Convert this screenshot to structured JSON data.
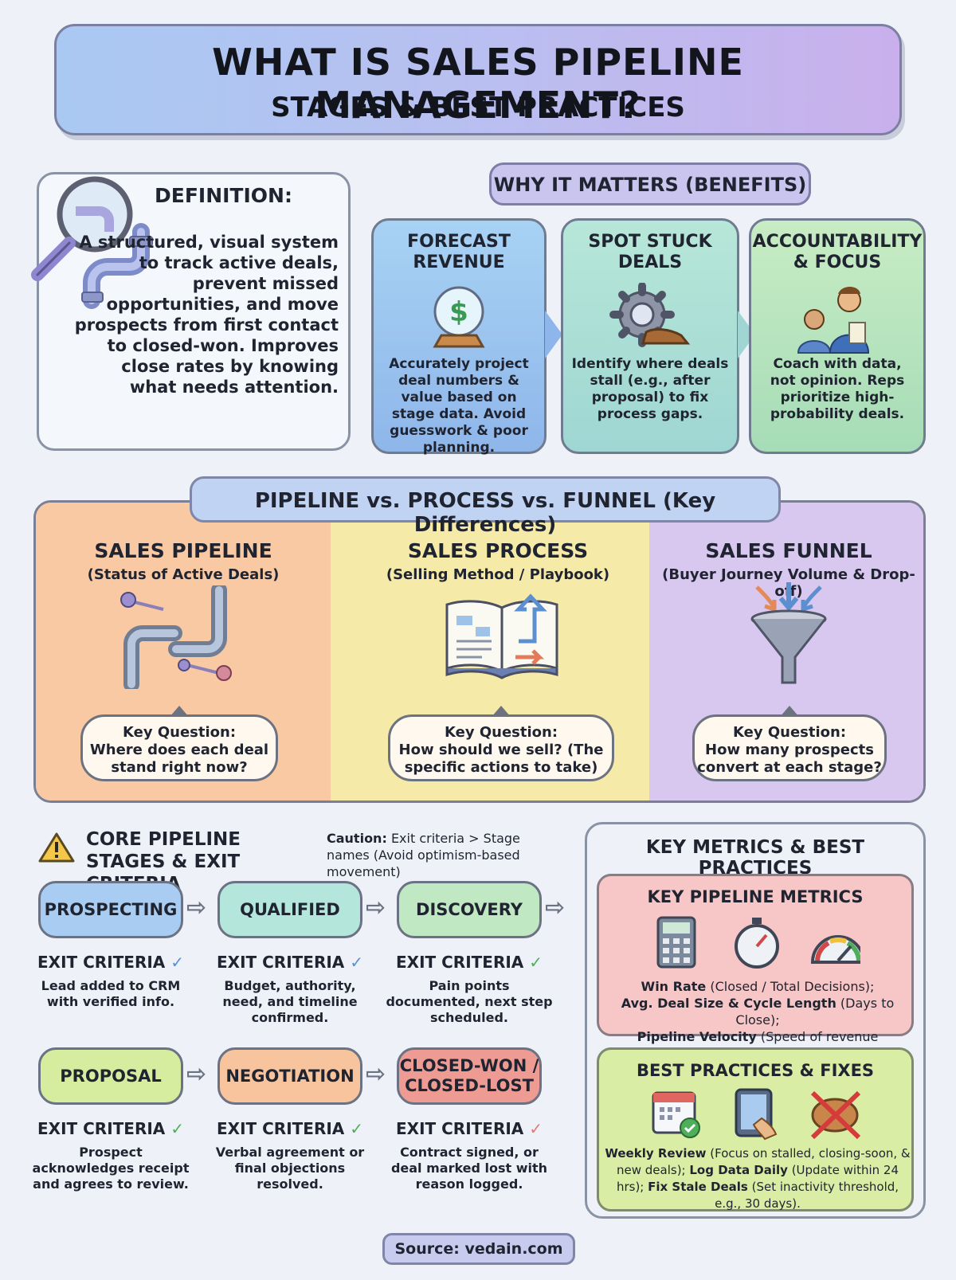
{
  "title": {
    "main": "WHAT IS SALES PIPELINE MANAGEMENT?",
    "sub": "STAGES & BEST PRACTICES"
  },
  "definition": {
    "heading": "DEFINITION:",
    "text": "A structured, visual system to track active deals, prevent missed opportunities, and move prospects from first contact to closed-won. Improves close rates by knowing what needs attention."
  },
  "benefits": {
    "heading": "WHY IT MATTERS (BENEFITS)",
    "items": [
      {
        "title": "FORECAST REVENUE",
        "text": "Accurately project deal numbers & value based on stage data. Avoid guesswork & poor planning.",
        "icon": "crystal-ball-icon"
      },
      {
        "title": "SPOT STUCK DEALS",
        "text": "Identify where deals stall (e.g., after proposal) to fix process gaps.",
        "icon": "gear-wrench-icon"
      },
      {
        "title": "ACCOUNTABILITY & FOCUS",
        "text": "Coach with data, not opinion. Reps prioritize high-probability deals.",
        "icon": "coach-icon"
      }
    ]
  },
  "comparison": {
    "heading": "PIPELINE vs. PROCESS vs. FUNNEL (Key Differences)",
    "columns": [
      {
        "title": "SALES PIPELINE",
        "subtitle": "(Status of Active Deals)",
        "question_label": "Key Question:",
        "question": "Where does each deal stand right now?"
      },
      {
        "title": "SALES PROCESS",
        "subtitle": "(Selling Method / Playbook)",
        "question_label": "Key Question:",
        "question": "How should we sell? (The specific actions to take)"
      },
      {
        "title": "SALES FUNNEL",
        "subtitle": "(Buyer Journey Volume & Drop-off)",
        "question_label": "Key Question:",
        "question": "How many prospects convert at each stage?"
      }
    ]
  },
  "stages": {
    "heading": "CORE PIPELINE STAGES & EXIT CRITERIA",
    "caution_label": "Caution:",
    "caution_text": "Exit criteria > Stage names (Avoid optimism-based movement)",
    "exit_label": "EXIT CRITERIA",
    "items": [
      {
        "name": "PROSPECTING",
        "criteria": "Lead added to CRM with verified info.",
        "color": "#a9cdf2",
        "check": "#5a8fd0"
      },
      {
        "name": "QUALIFIED",
        "criteria": "Budget, authority, need, and timeline confirmed.",
        "color": "#b4e6dc",
        "check": "#5a8fd0"
      },
      {
        "name": "DISCOVERY",
        "criteria": "Pain points documented, next step scheduled.",
        "color": "#bfe8c3",
        "check": "#4fae5a"
      },
      {
        "name": "PROPOSAL",
        "criteria": "Prospect acknowledges receipt and agrees to review.",
        "color": "#d6ec9f",
        "check": "#4fae5a"
      },
      {
        "name": "NEGOTIATION",
        "criteria": "Verbal agreement or final objections resolved.",
        "color": "#f8c49d",
        "check": "#4fae5a"
      },
      {
        "name": "CLOSED-WON / CLOSED-LOST",
        "criteria": "Contract signed, or deal marked lost with reason logged.",
        "color": "#ee9b93",
        "check": "#e07a76"
      }
    ]
  },
  "metrics": {
    "heading": "KEY METRICS & BEST PRACTICES",
    "kpm_heading": "KEY PIPELINE METRICS",
    "kpm": [
      {
        "term": "Win Rate",
        "desc": " (Closed / Total Decisions);"
      },
      {
        "term": "Avg. Deal Size & Cycle Length",
        "desc": " (Days to Close);"
      },
      {
        "term": "Pipeline Velocity",
        "desc": " (Speed of revenue movement)."
      }
    ],
    "bp_heading": "BEST PRACTICES & FIXES",
    "bp": [
      {
        "term": "Weekly Review",
        "desc": " (Focus on stalled, closing-soon, & new deals); "
      },
      {
        "term": "Log Data Daily",
        "desc": " (Update within 24 hrs); "
      },
      {
        "term": "Fix Stale Deals",
        "desc": " (Set inactivity threshold, e.g., 30 days)."
      }
    ]
  },
  "source": "Source: vedain.com"
}
